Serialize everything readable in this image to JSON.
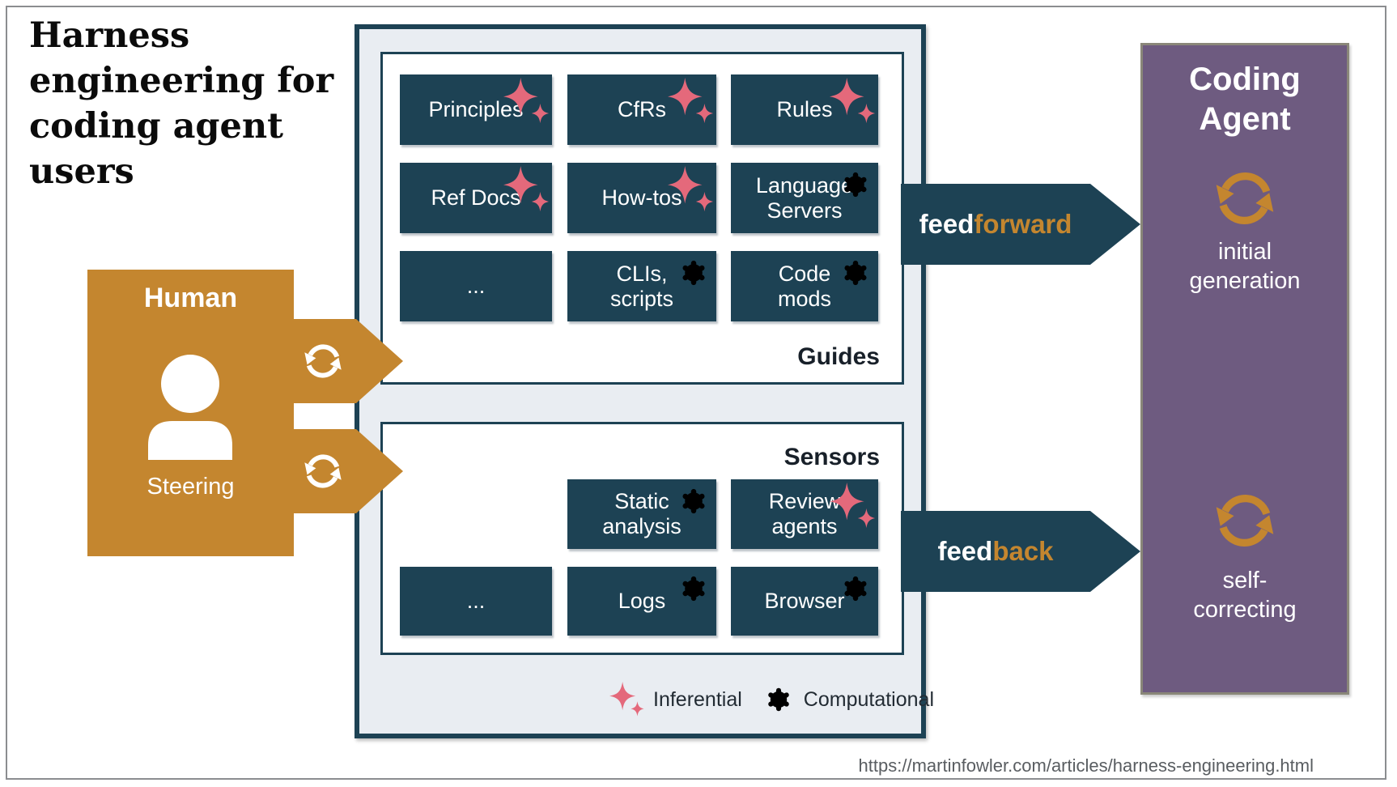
{
  "title": "Harness\nengineering for\ncoding agent\nusers",
  "human": {
    "title": "Human",
    "caption": "Steering",
    "icon": "person",
    "loop_icons": [
      "sync",
      "sync"
    ]
  },
  "container": {
    "guides": {
      "label": "Guides",
      "tiles": [
        {
          "label": "Principles",
          "icon": "sparkle"
        },
        {
          "label": "CfRs",
          "icon": "sparkle"
        },
        {
          "label": "Rules",
          "icon": "sparkle"
        },
        {
          "label": "Ref Docs",
          "icon": "sparkle"
        },
        {
          "label": "How-tos",
          "icon": "sparkle"
        },
        {
          "label": "Language\nServers",
          "icon": "gear"
        },
        {
          "label": "...",
          "icon": null
        },
        {
          "label": "CLIs,\nscripts",
          "icon": "gear"
        },
        {
          "label": "Code\nmods",
          "icon": "gear"
        }
      ]
    },
    "sensors": {
      "label": "Sensors",
      "tiles": [
        {
          "label": "Static\nanalysis",
          "icon": "gear"
        },
        {
          "label": "Review\nagents",
          "icon": "sparkle"
        },
        {
          "label": "...",
          "icon": null
        },
        {
          "label": "Logs",
          "icon": "gear"
        },
        {
          "label": "Browser",
          "icon": "gear"
        }
      ]
    },
    "legend": [
      {
        "icon": "sparkle",
        "label": "Inferential"
      },
      {
        "icon": "gear",
        "label": "Computational"
      }
    ]
  },
  "flows": {
    "feedforward": {
      "prefix": "feed",
      "highlight": "forward"
    },
    "feedback": {
      "prefix": "feed",
      "highlight": "back"
    }
  },
  "agent": {
    "title": "Coding\nAgent",
    "phases": [
      {
        "icon": "sync",
        "label": "initial\ngeneration"
      },
      {
        "icon": "sync",
        "label": "self-\ncorrecting"
      }
    ]
  },
  "footer": {
    "source_url": "https://martinfowler.com/articles/harness-engineering.html"
  },
  "colors": {
    "navy": "#1d4254",
    "gold": "#c4862f",
    "pink": "#e4697b",
    "teal": "#5d9fad",
    "purple": "#6e5b80",
    "panel_bg": "#e9edf2"
  }
}
